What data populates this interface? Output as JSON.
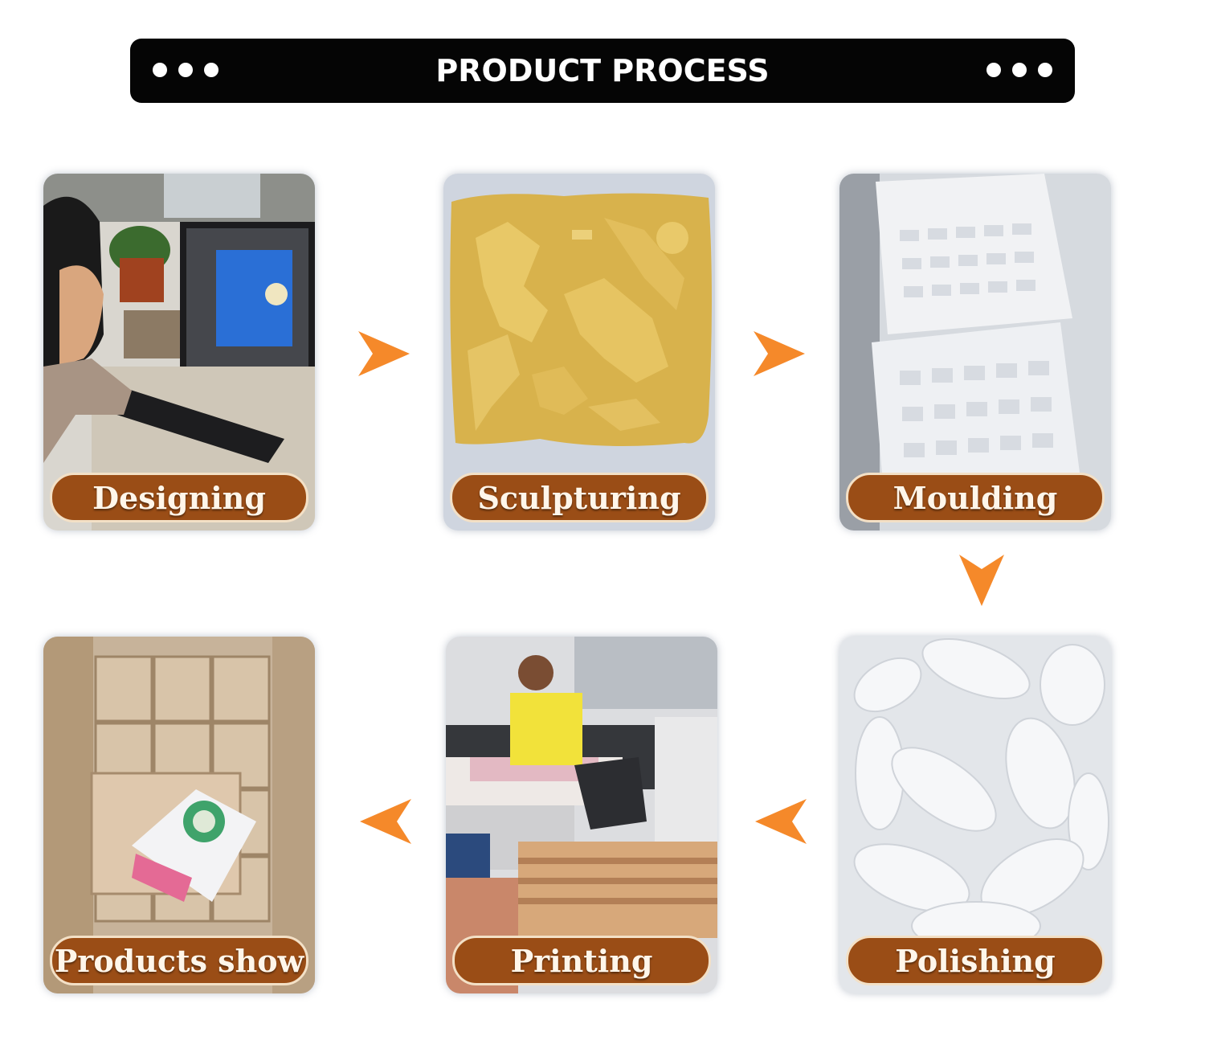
{
  "header": {
    "title": "PRODUCT PROCESS"
  },
  "steps": {
    "designing": "Designing",
    "sculpturing": "Sculpturing",
    "moulding": "Moulding",
    "polishing": "Polishing",
    "printing": "Printing",
    "products_show": "Products show"
  },
  "colors": {
    "arrow": "#f5892a",
    "label_bg": "#9a4d16",
    "banner_bg": "#050505"
  }
}
